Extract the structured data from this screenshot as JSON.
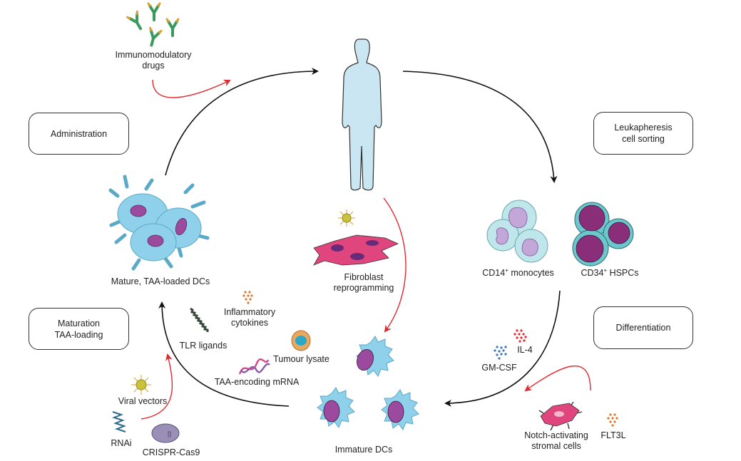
{
  "stages": {
    "administration": {
      "label": "Administration"
    },
    "leukapheresis": {
      "line1": "Leukapheresis",
      "line2": "cell sorting"
    },
    "differentiation": {
      "label": "Differentiation"
    },
    "maturation": {
      "line1": "Maturation",
      "line2": "TAA-loading"
    }
  },
  "labels": {
    "immunomodulatory_line1": "Immunomodulatory",
    "immunomodulatory_line2": "drugs",
    "mature_dcs": "Mature, TAA-loaded DCs",
    "fibroblast_line1": "Fibroblast",
    "fibroblast_line2": "reprogramming",
    "cd14_prefix": "CD14",
    "cd14_suffix": " monocytes",
    "cd34_prefix": "CD34",
    "cd34_suffix": " HSPCs",
    "superscript_plus": "+",
    "inflammatory_line1": "Inflammatory",
    "inflammatory_line2": "cytokines",
    "tlr_ligands": "TLR ligands",
    "tumour_lysate": "Tumour lysate",
    "taa_mrna": "TAA-encoding mRNA",
    "viral_vectors": "Viral vectors",
    "rnai": "RNAi",
    "crispr": "CRISPR-Cas9",
    "immature_dcs": "Immature DCs",
    "il4": "IL-4",
    "gmcsf": "GM-CSF",
    "notch_line1": "Notch-activating",
    "notch_line2": "stromal cells",
    "flt3l": "FLT3L"
  },
  "colors": {
    "cycle_arrow": "#111111",
    "input_arrow": "#e0282e",
    "patient_fill": "#c9e6f2",
    "dc_fill": "#8fd0ea",
    "nucleus": "#9b4a9e",
    "monocyte_fill": "#bfe6ea",
    "monocyte_nucleus": "#c3a7d8",
    "hspc_fill": "#6cc7cc",
    "hspc_nucleus": "#8a2e7a",
    "fibroblast": "#e0457e",
    "antibody": "#3a9a5e",
    "cytokine_orange": "#d9772c",
    "il4_red": "#e0282e",
    "gmcsf_blue": "#3a76c0",
    "virus": "#c9c23a",
    "crispr": "#9a8fb6"
  }
}
